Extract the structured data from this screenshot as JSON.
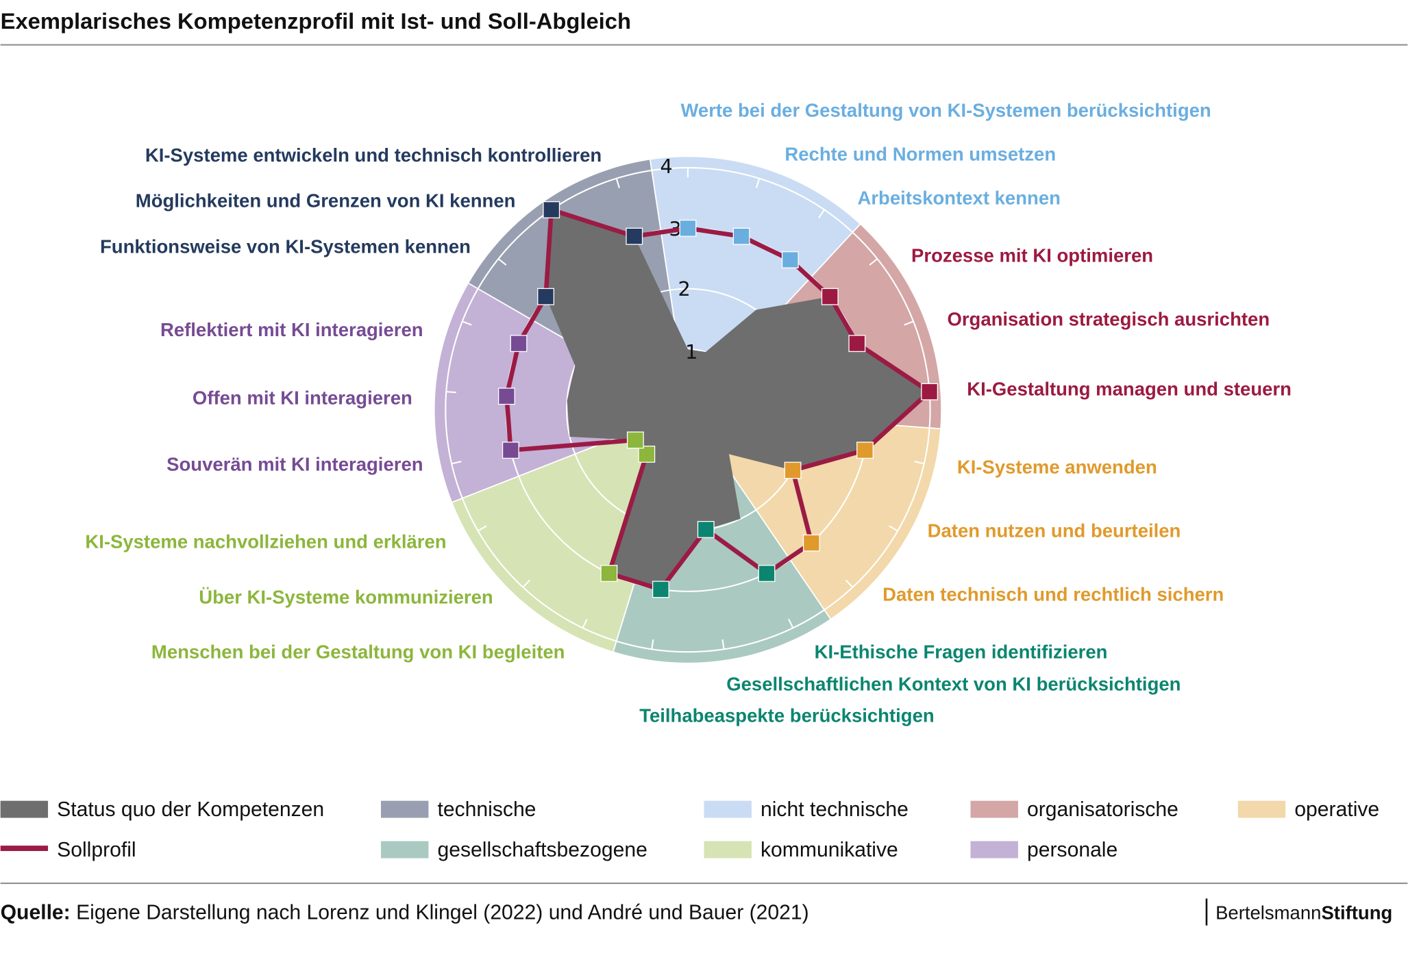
{
  "title": "Exemplarisches Kompetenzprofil mit Ist- und Soll-Abgleich",
  "source": {
    "label": "Quelle:",
    "text": " Eigene Darstellung nach Lorenz und Klingel (2022) und André und Bauer (2021)"
  },
  "logo": {
    "part1": "Bertelsmann",
    "part2": "Stiftung"
  },
  "colors": {
    "ist": "#6e6e6e",
    "soll": "#9b1b45"
  },
  "chart_data": {
    "type": "radar",
    "title": "Exemplarisches Kompetenzprofil mit Ist- und Soll-Abgleich",
    "range": [
      0,
      4
    ],
    "ticks": [
      "1",
      "2",
      "3",
      "4"
    ],
    "grid": true,
    "legend_position": "bottom",
    "groups": [
      {
        "name": "nicht technische",
        "fill": "#cadcf3",
        "color": "#6aaee0"
      },
      {
        "name": "organisatorische",
        "fill": "#d4a6a6",
        "color": "#9c1a41"
      },
      {
        "name": "operative",
        "fill": "#f2d8aa",
        "color": "#e09a2c"
      },
      {
        "name": "gesellschaftsbezogene",
        "fill": "#aac9c1",
        "color": "#0b8570"
      },
      {
        "name": "kommunikative",
        "fill": "#d6e3b4",
        "color": "#8cb63c"
      },
      {
        "name": "personale",
        "fill": "#c3b1d6",
        "color": "#764b94"
      },
      {
        "name": "technische",
        "fill": "#989fb0",
        "color": "#243a5e"
      }
    ],
    "axes": [
      {
        "label": "Werte bei der Gestaltung von KI-Systemen berücksichtigen",
        "group": 0,
        "ist": 1,
        "soll": 3
      },
      {
        "label": "Rechte und Normen umsetzen",
        "group": 0,
        "ist": 1,
        "soll": 3
      },
      {
        "label": "Arbeitskontext kennen",
        "group": 0,
        "ist": 2,
        "soll": 3
      },
      {
        "label": "Prozesse mit KI optimieren",
        "group": 1,
        "ist": 3,
        "soll": 3
      },
      {
        "label": "Organisation strategisch ausrichten",
        "group": 1,
        "ist": 3,
        "soll": 3
      },
      {
        "label": "KI-Gestaltung managen und steuern",
        "group": 1,
        "ist": 4,
        "soll": 4
      },
      {
        "label": "KI-Systeme anwenden",
        "group": 2,
        "ist": 3,
        "soll": 3
      },
      {
        "label": "Daten nutzen und beurteilen",
        "group": 2,
        "ist": 2,
        "soll": 2
      },
      {
        "label": "Daten technisch und rechtlich sichern",
        "group": 2,
        "ist": 1,
        "soll": 3
      },
      {
        "label": "KI-Ethische Fragen identifizieren",
        "group": 3,
        "ist": 2,
        "soll": 3
      },
      {
        "label": "Gesellschaftlichen Kontext von KI berücksichtigen",
        "group": 3,
        "ist": 2,
        "soll": 2
      },
      {
        "label": "Teilhabeaspekte berücksichtigen",
        "group": 3,
        "ist": 3,
        "soll": 3
      },
      {
        "label": "Menschen bei der Gestaltung von KI begleiten",
        "group": 4,
        "ist": 3,
        "soll": 3
      },
      {
        "label": "Über KI-Systeme kommunizieren",
        "group": 4,
        "ist": 1,
        "soll": 1
      },
      {
        "label": "KI-Systeme nachvollziehen und erklären",
        "group": 4,
        "ist": 1,
        "soll": 1
      },
      {
        "label": "Souverän mit KI interagieren",
        "group": 5,
        "ist": 2,
        "soll": 3
      },
      {
        "label": "Offen mit KI interagieren",
        "group": 5,
        "ist": 2,
        "soll": 3
      },
      {
        "label": "Reflektiert mit KI interagieren",
        "group": 5,
        "ist": 2,
        "soll": 3
      },
      {
        "label": "Funktionsweise von KI-Systemen kennen",
        "group": 6,
        "ist": 3,
        "soll": 3
      },
      {
        "label": "Möglichkeiten und Grenzen von KI kennen",
        "group": 6,
        "ist": 4,
        "soll": 4
      },
      {
        "label": "KI-Systeme entwickeln und technisch kontrollieren",
        "group": 6,
        "ist": 3,
        "soll": 3
      }
    ],
    "series": [
      {
        "name": "Status quo der Kompetenzen",
        "key": "ist"
      },
      {
        "name": "Sollprofil",
        "key": "soll"
      }
    ]
  },
  "legend": {
    "ist": "Status quo der Kompetenzen",
    "soll": "Sollprofil",
    "technische": "technische",
    "nicht_technische": "nicht technische",
    "organisatorische": "organisatorische",
    "operative": "operative",
    "gesellschaftsbezogene": "gesellschaftsbezogene",
    "kommunikative": "kommunikative",
    "personale": "personale"
  }
}
